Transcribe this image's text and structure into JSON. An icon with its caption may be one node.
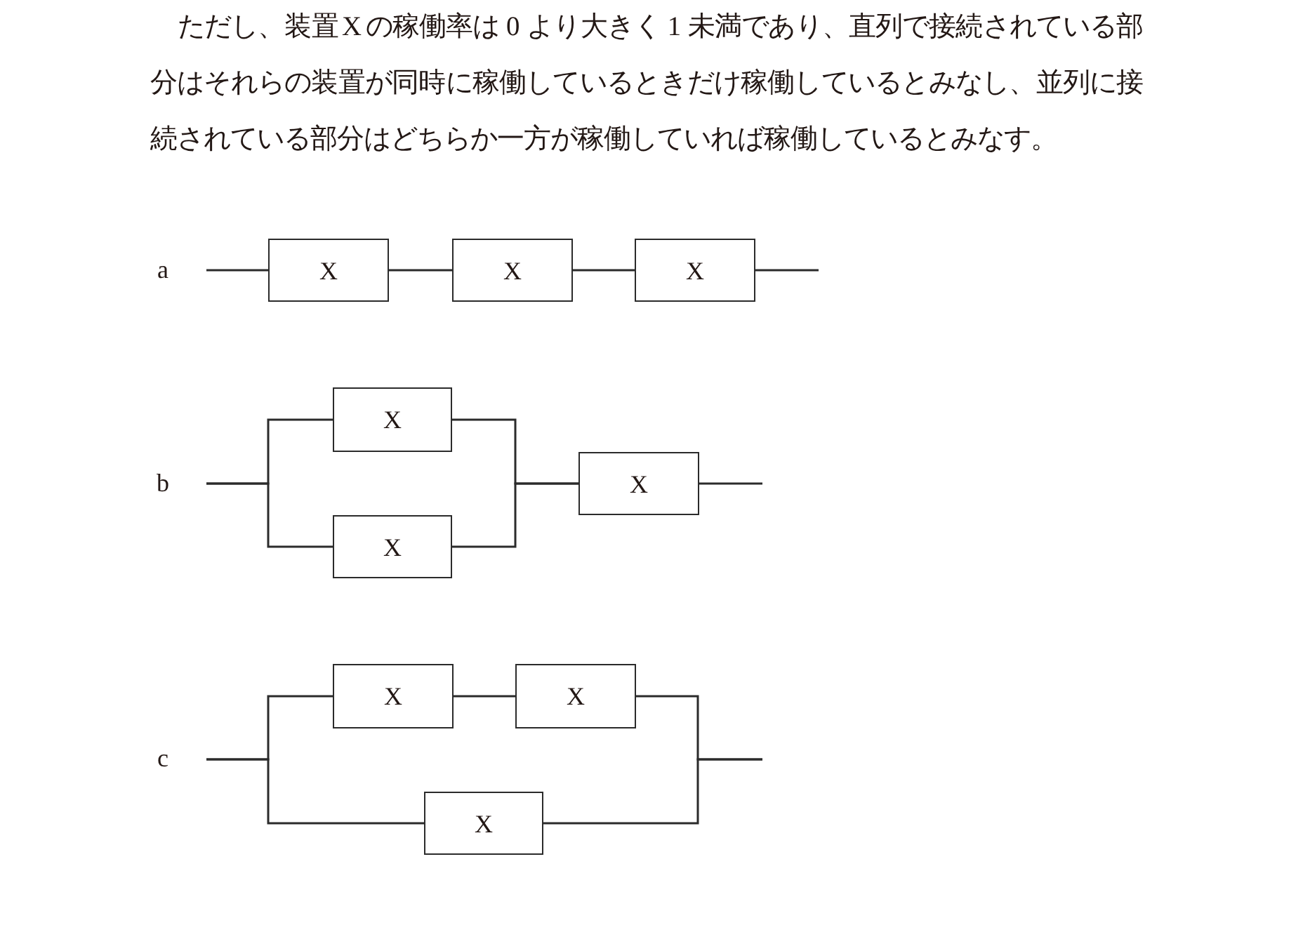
{
  "diagram": {
    "nodes": [
      {
        "text": [
          "X"
        ]
      },
      {
        "text": [
          "X"
        ]
      },
      {
        "text": [
          "X"
        ]
      },
      {
        "text": [
          "X"
        ]
      },
      {
        "text": [
          "X"
        ]
      },
      {
        "text": [
          "X"
        ]
      },
      {
        "text": [
          "X"
        ]
      },
      {
        "text": [
          "X"
        ]
      },
      {
        "text": [
          "X"
        ]
      }
    ],
    "edges": [
      {
        "from": null,
        "to": 0,
        "arrow": "none"
      },
      {
        "from": 0,
        "to": 1,
        "arrow": "none"
      },
      {
        "from": 1,
        "to": 2,
        "arrow": "none"
      },
      {
        "from": 2,
        "to": null,
        "arrow": "none"
      },
      {
        "from": null,
        "to": 3,
        "arrow": "none"
      },
      {
        "from": null,
        "to": 4,
        "arrow": "none"
      },
      {
        "from": 3,
        "to": 5,
        "arrow": "none"
      },
      {
        "from": 4,
        "to": 5,
        "arrow": "none"
      },
      {
        "from": 5,
        "to": null,
        "arrow": "none"
      },
      {
        "from": null,
        "to": 6,
        "arrow": "none"
      },
      {
        "from": null,
        "to": 8,
        "arrow": "none"
      },
      {
        "from": 6,
        "to": 7,
        "arrow": "none"
      },
      {
        "from": 7,
        "to": null,
        "arrow": "none"
      },
      {
        "from": 8,
        "to": null,
        "arrow": "none"
      }
    ],
    "labels": [
      "ただし、装置Xの稼働率は0より大きく1未満であり、直列で接続されている部分はそれらの装置が同時に稼働しているときだけ稼働しているとみなし、並列に接続されている部分はどちらか一方が稼働していれば稼働しているとみなす。",
      "a",
      "b",
      "c"
    ]
  }
}
